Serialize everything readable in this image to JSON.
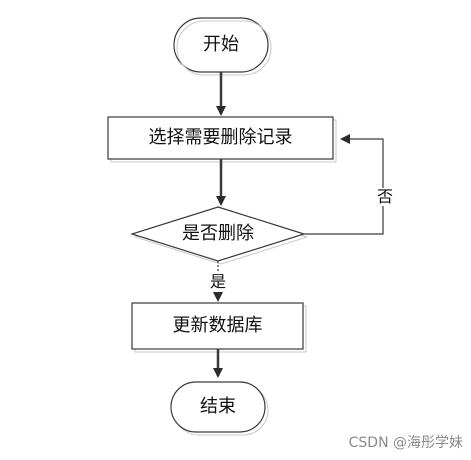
{
  "flowchart": {
    "nodes": {
      "start": "开始",
      "select_records": "选择需要删除记录",
      "decision": "是否删除",
      "update_db": "更新数据库",
      "end": "结束"
    },
    "edges": {
      "yes": "是",
      "no": "否"
    }
  },
  "watermark": "CSDN @海彤学妹"
}
